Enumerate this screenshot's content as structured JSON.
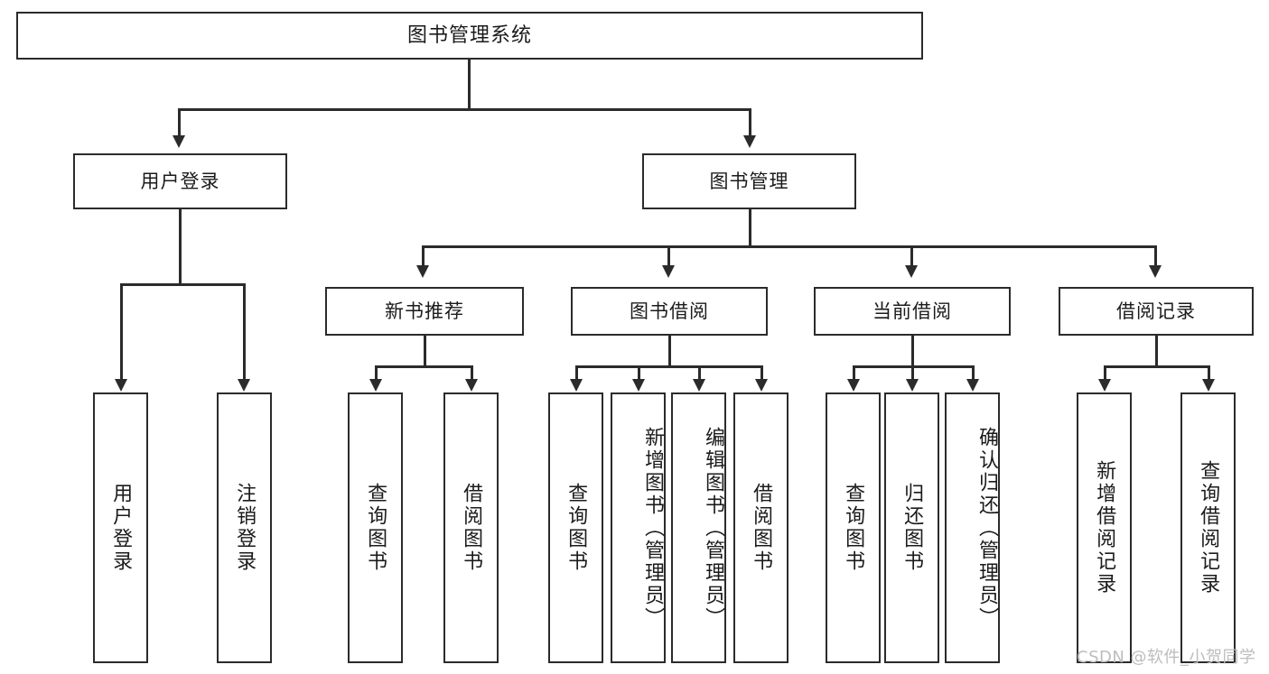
{
  "diagram": {
    "title": "图书管理系统",
    "root": {
      "label": "图书管理系统"
    },
    "level2": [
      {
        "label": "用户登录"
      },
      {
        "label": "图书管理"
      }
    ],
    "level3": [
      {
        "label": "新书推荐"
      },
      {
        "label": "图书借阅"
      },
      {
        "label": "当前借阅"
      },
      {
        "label": "借阅记录"
      }
    ],
    "leaves": {
      "user_login": [
        {
          "label": "用户登录"
        },
        {
          "label": "注销登录"
        }
      ],
      "new_book_recommend": [
        {
          "label": "查询图书"
        },
        {
          "label": "借阅图书"
        }
      ],
      "book_borrow": [
        {
          "label": "查询图书"
        },
        {
          "label": "新增图书（管理员）"
        },
        {
          "label": "编辑图书（管理员）"
        },
        {
          "label": "借阅图书"
        }
      ],
      "current_borrow": [
        {
          "label": "查询图书"
        },
        {
          "label": "归还图书"
        },
        {
          "label": "确认归还（管理员）"
        }
      ],
      "borrow_record": [
        {
          "label": "新增借阅记录"
        },
        {
          "label": "查询借阅记录"
        }
      ]
    }
  },
  "watermark": {
    "text": "CSDN @软件_小贺同学"
  },
  "colors": {
    "stroke": "#2b2b2b",
    "background": "#ffffff",
    "text": "#1b1b1b",
    "watermark": "#bdbdbd"
  }
}
